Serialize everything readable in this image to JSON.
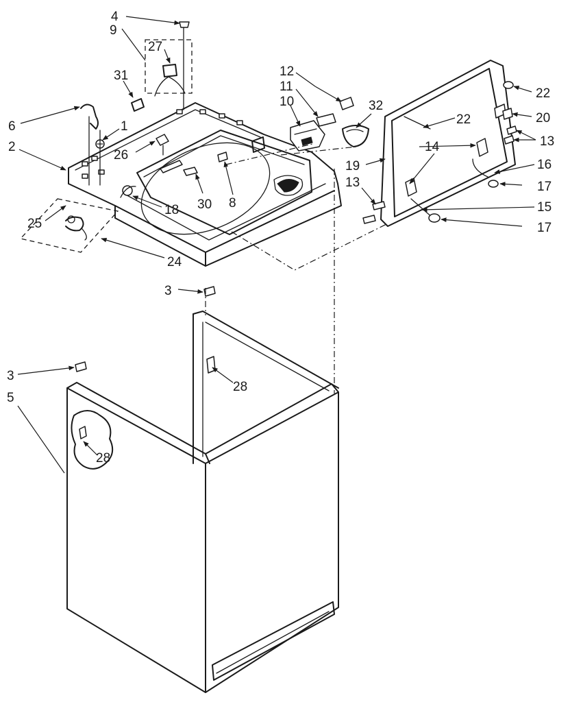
{
  "diagram": {
    "callouts": [
      {
        "id": "c4",
        "text": "4"
      },
      {
        "id": "c9",
        "text": "9"
      },
      {
        "id": "c27",
        "text": "27"
      },
      {
        "id": "c31",
        "text": "31"
      },
      {
        "id": "c6",
        "text": "6"
      },
      {
        "id": "c1",
        "text": "1"
      },
      {
        "id": "c2",
        "text": "2"
      },
      {
        "id": "c26",
        "text": "26"
      },
      {
        "id": "c12",
        "text": "12"
      },
      {
        "id": "c11",
        "text": "11"
      },
      {
        "id": "c10",
        "text": "10"
      },
      {
        "id": "c32",
        "text": "32"
      },
      {
        "id": "c22a",
        "text": "22"
      },
      {
        "id": "c22b",
        "text": "22"
      },
      {
        "id": "c20",
        "text": "20"
      },
      {
        "id": "c13a",
        "text": "13"
      },
      {
        "id": "c14",
        "text": "14"
      },
      {
        "id": "c19",
        "text": "19"
      },
      {
        "id": "c16",
        "text": "16"
      },
      {
        "id": "c13b",
        "text": "13"
      },
      {
        "id": "c17a",
        "text": "17"
      },
      {
        "id": "c15",
        "text": "15"
      },
      {
        "id": "c17b",
        "text": "17"
      },
      {
        "id": "c30",
        "text": "30"
      },
      {
        "id": "c8",
        "text": "8"
      },
      {
        "id": "c18",
        "text": "18"
      },
      {
        "id": "c25",
        "text": "25"
      },
      {
        "id": "c24",
        "text": "24"
      },
      {
        "id": "c3a",
        "text": "3"
      },
      {
        "id": "c28a",
        "text": "28"
      },
      {
        "id": "c3b",
        "text": "3"
      },
      {
        "id": "c5",
        "text": "5"
      },
      {
        "id": "c28b",
        "text": "28"
      }
    ]
  }
}
